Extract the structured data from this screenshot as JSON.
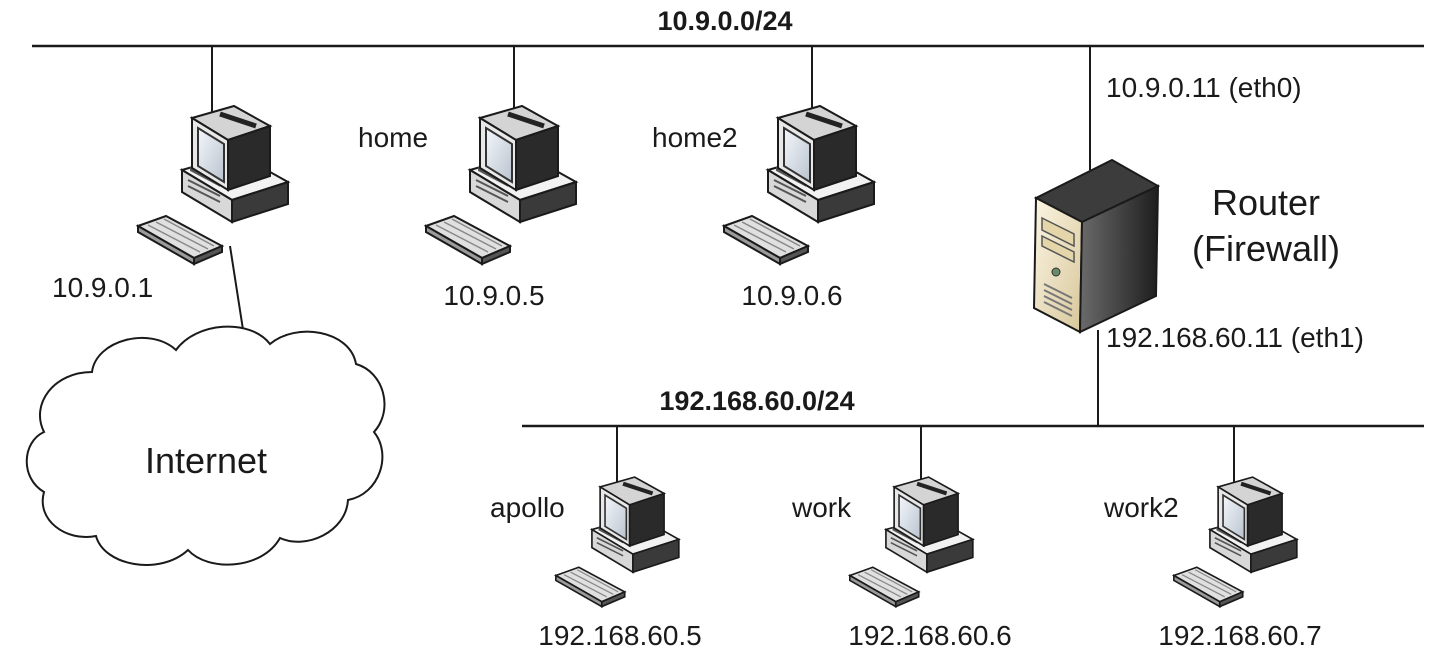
{
  "networks": {
    "external": {
      "label": "10.9.0.0/24"
    },
    "internal": {
      "label": "192.168.60.0/24"
    }
  },
  "hosts": {
    "gateway_host": {
      "ip": "10.9.0.1"
    },
    "home": {
      "name": "home",
      "ip": "10.9.0.5"
    },
    "home2": {
      "name": "home2",
      "ip": "10.9.0.6"
    },
    "apollo": {
      "name": "apollo",
      "ip": "192.168.60.5"
    },
    "work": {
      "name": "work",
      "ip": "192.168.60.6"
    },
    "work2": {
      "name": "work2",
      "ip": "192.168.60.7"
    }
  },
  "router": {
    "title": "Router",
    "subtitle": "(Firewall)",
    "eth0": "10.9.0.11 (eth0)",
    "eth1": "192.168.60.11 (eth1)"
  },
  "cloud": {
    "label": "Internet"
  },
  "icons": {
    "host": "desktop-computer-icon",
    "router": "server-tower-icon",
    "cloud": "cloud-icon"
  },
  "colors": {
    "line": "#1a1a1a",
    "server_face": "#efe4c6",
    "computer_body": "#e6e6e6"
  }
}
